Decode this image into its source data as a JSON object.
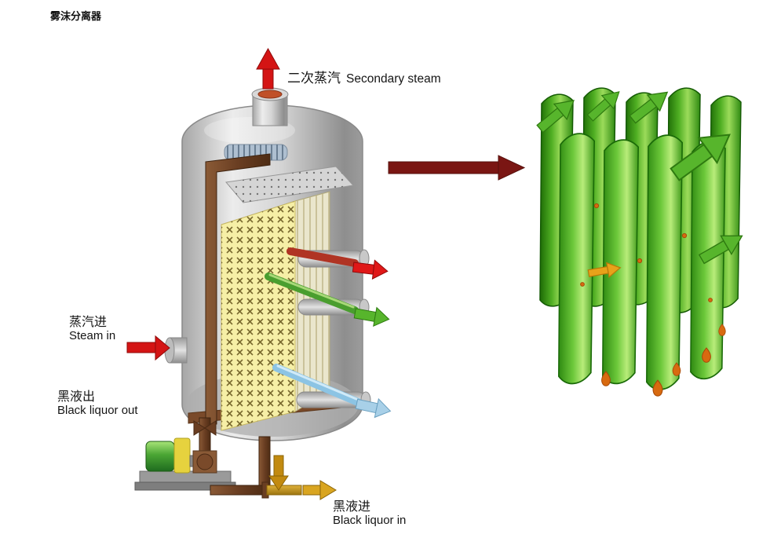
{
  "figure": {
    "title": "雾沫分离器",
    "labels": {
      "secondary_steam": {
        "cn": "二次蒸汽",
        "en": "Secondary steam"
      },
      "steam_in": {
        "cn": "蒸汽进",
        "en": "Steam in"
      },
      "black_liquor_out": {
        "cn": "黑液出",
        "en": "Black liquor out"
      },
      "black_liquor_in": {
        "cn": "黑液进",
        "en": "Black liquor in"
      }
    },
    "colors": {
      "steam_arrow_red": "#d41414",
      "outlet_arrow_red": "#e01818",
      "transfer_arrow_maroon": "#7a1613",
      "vapor_arrow_green": "#57b52c",
      "condensate_arrow_blue": "#a8d0e8",
      "liquor_arrow_gold": "#d9a520",
      "panel_yellow": "#f6efa6",
      "plate_green": "#4aa51e",
      "vessel_grey": "#c9c9c9",
      "pipe_brown": "#7a4a2a"
    }
  }
}
